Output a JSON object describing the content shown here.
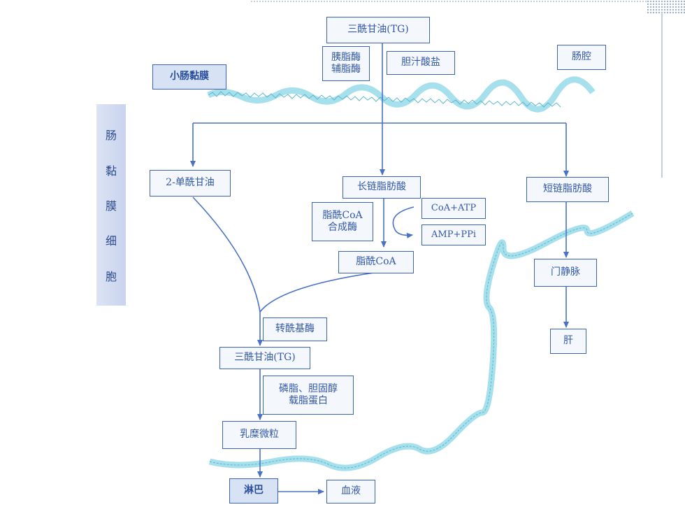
{
  "sidebar": {
    "chars": [
      "肠",
      "黏",
      "膜",
      "细",
      "胞"
    ]
  },
  "boxes": {
    "tg_top": "三酰甘油(TG)",
    "pancreatic_lipase_1": "胰脂酶",
    "pancreatic_lipase_2": "辅脂酶",
    "bile_salt": "胆汁酸盐",
    "lumen": "肠腔",
    "mucosa": "小肠黏膜",
    "monoacylglycerol": "2-单酰甘油",
    "long_chain_fa": "长链脂肪酸",
    "short_chain_fa": "短链脂肪酸",
    "acyl_coa_synthetase_1": "脂酰CoA",
    "acyl_coa_synthetase_2": "合成酶",
    "coa_atp": "CoA+ATP",
    "amp_ppi": "AMP+PPi",
    "acyl_coa": "脂酰CoA",
    "portal_vein": "门静脉",
    "liver": "肝",
    "acyltransferase": "转酰基酶",
    "tg_resynth": "三酰甘油(TG)",
    "phospholipid_1": "磷脂、胆固醇",
    "phospholipid_2": "载脂蛋白",
    "chylomicron": "乳糜微粒",
    "lymph": "淋巴",
    "blood": "血液"
  },
  "colors": {
    "line": "#4a72c4",
    "wave": "#8fd6e6",
    "box_border": "#3b63b6"
  }
}
